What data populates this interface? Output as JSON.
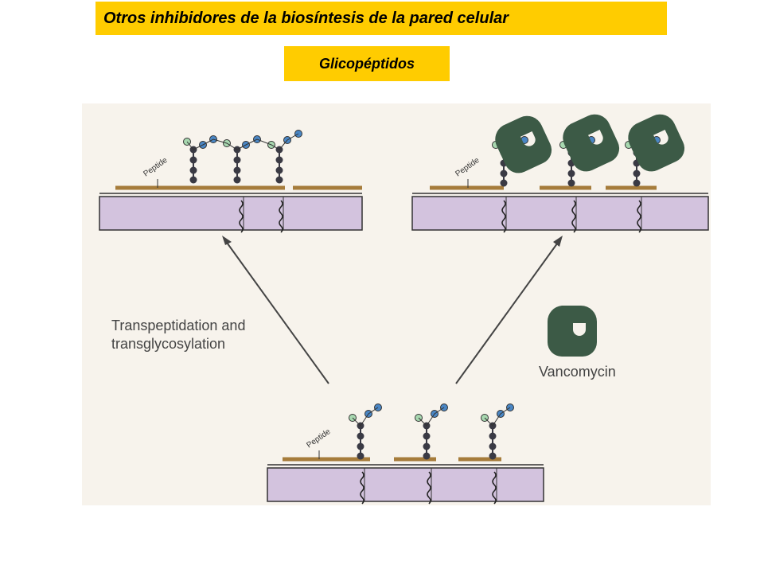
{
  "header": {
    "title": "Otros inhibidores de la biosíntesis de la pared celular",
    "subtitle": "Glicopéptidos"
  },
  "figure": {
    "labels": {
      "peptide_top_left": "Peptide",
      "peptide_top_right": "Peptide",
      "peptide_bottom": "Peptide",
      "process_line1": "Transpeptidation and",
      "process_line2": "transglycosylation",
      "drug": "Vancomycin"
    },
    "colors": {
      "background": "#f7f3ec",
      "banner": "#ffcc00",
      "membrane": "#d3c3de",
      "glycan_strand": "#a67c3b",
      "vancomycin": "#3c5a46",
      "node_dark": "#3a3a44",
      "node_green": "#a8d8b0",
      "node_blue": "#4a86c4"
    },
    "panels": [
      {
        "name": "crosslinked-wall",
        "state": "peptides cross-linked"
      },
      {
        "name": "vancomycin-bound-wall",
        "state": "vancomycin bound to peptide termini"
      },
      {
        "name": "precursor-wall",
        "state": "uncross-linked precursors"
      }
    ]
  }
}
